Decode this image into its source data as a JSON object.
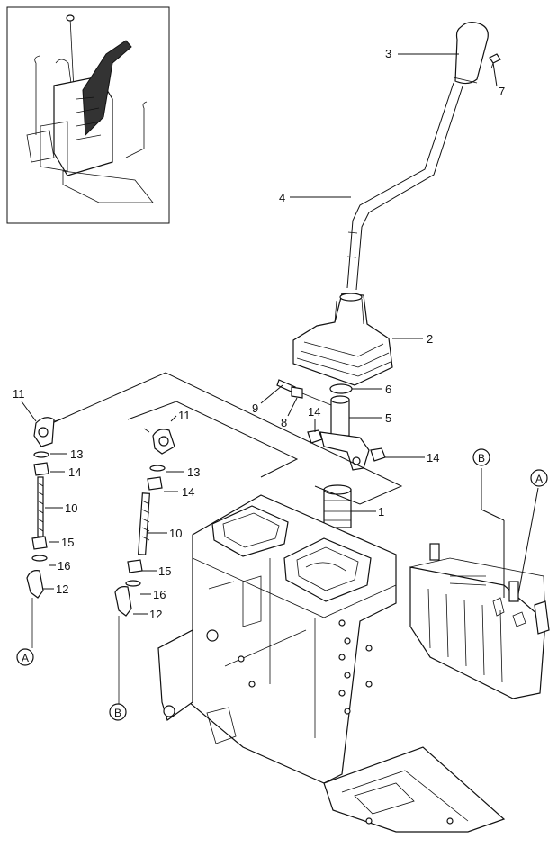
{
  "callouts": [
    {
      "id": "c3",
      "text": "3"
    },
    {
      "id": "c7",
      "text": "7"
    },
    {
      "id": "c4",
      "text": "4"
    },
    {
      "id": "c2",
      "text": "2"
    },
    {
      "id": "c6",
      "text": "6"
    },
    {
      "id": "c9",
      "text": "9"
    },
    {
      "id": "c8",
      "text": "8"
    },
    {
      "id": "c14a",
      "text": "14"
    },
    {
      "id": "c5",
      "text": "5"
    },
    {
      "id": "c14b",
      "text": "14"
    },
    {
      "id": "c1",
      "text": "1"
    },
    {
      "id": "c11a",
      "text": "11"
    },
    {
      "id": "c13a",
      "text": "13"
    },
    {
      "id": "c14c",
      "text": "14"
    },
    {
      "id": "c10a",
      "text": "10"
    },
    {
      "id": "c15a",
      "text": "15"
    },
    {
      "id": "c16a",
      "text": "16"
    },
    {
      "id": "c12a",
      "text": "12"
    },
    {
      "id": "c11b",
      "text": "11"
    },
    {
      "id": "c13b",
      "text": "13"
    },
    {
      "id": "c14d",
      "text": "14"
    },
    {
      "id": "c10b",
      "text": "10"
    },
    {
      "id": "c15b",
      "text": "15"
    },
    {
      "id": "c16b",
      "text": "16"
    },
    {
      "id": "c12b",
      "text": "12"
    }
  ],
  "connectors": {
    "A_left": "A",
    "B_left": "B",
    "A_valve": "A",
    "B_valve": "B"
  }
}
